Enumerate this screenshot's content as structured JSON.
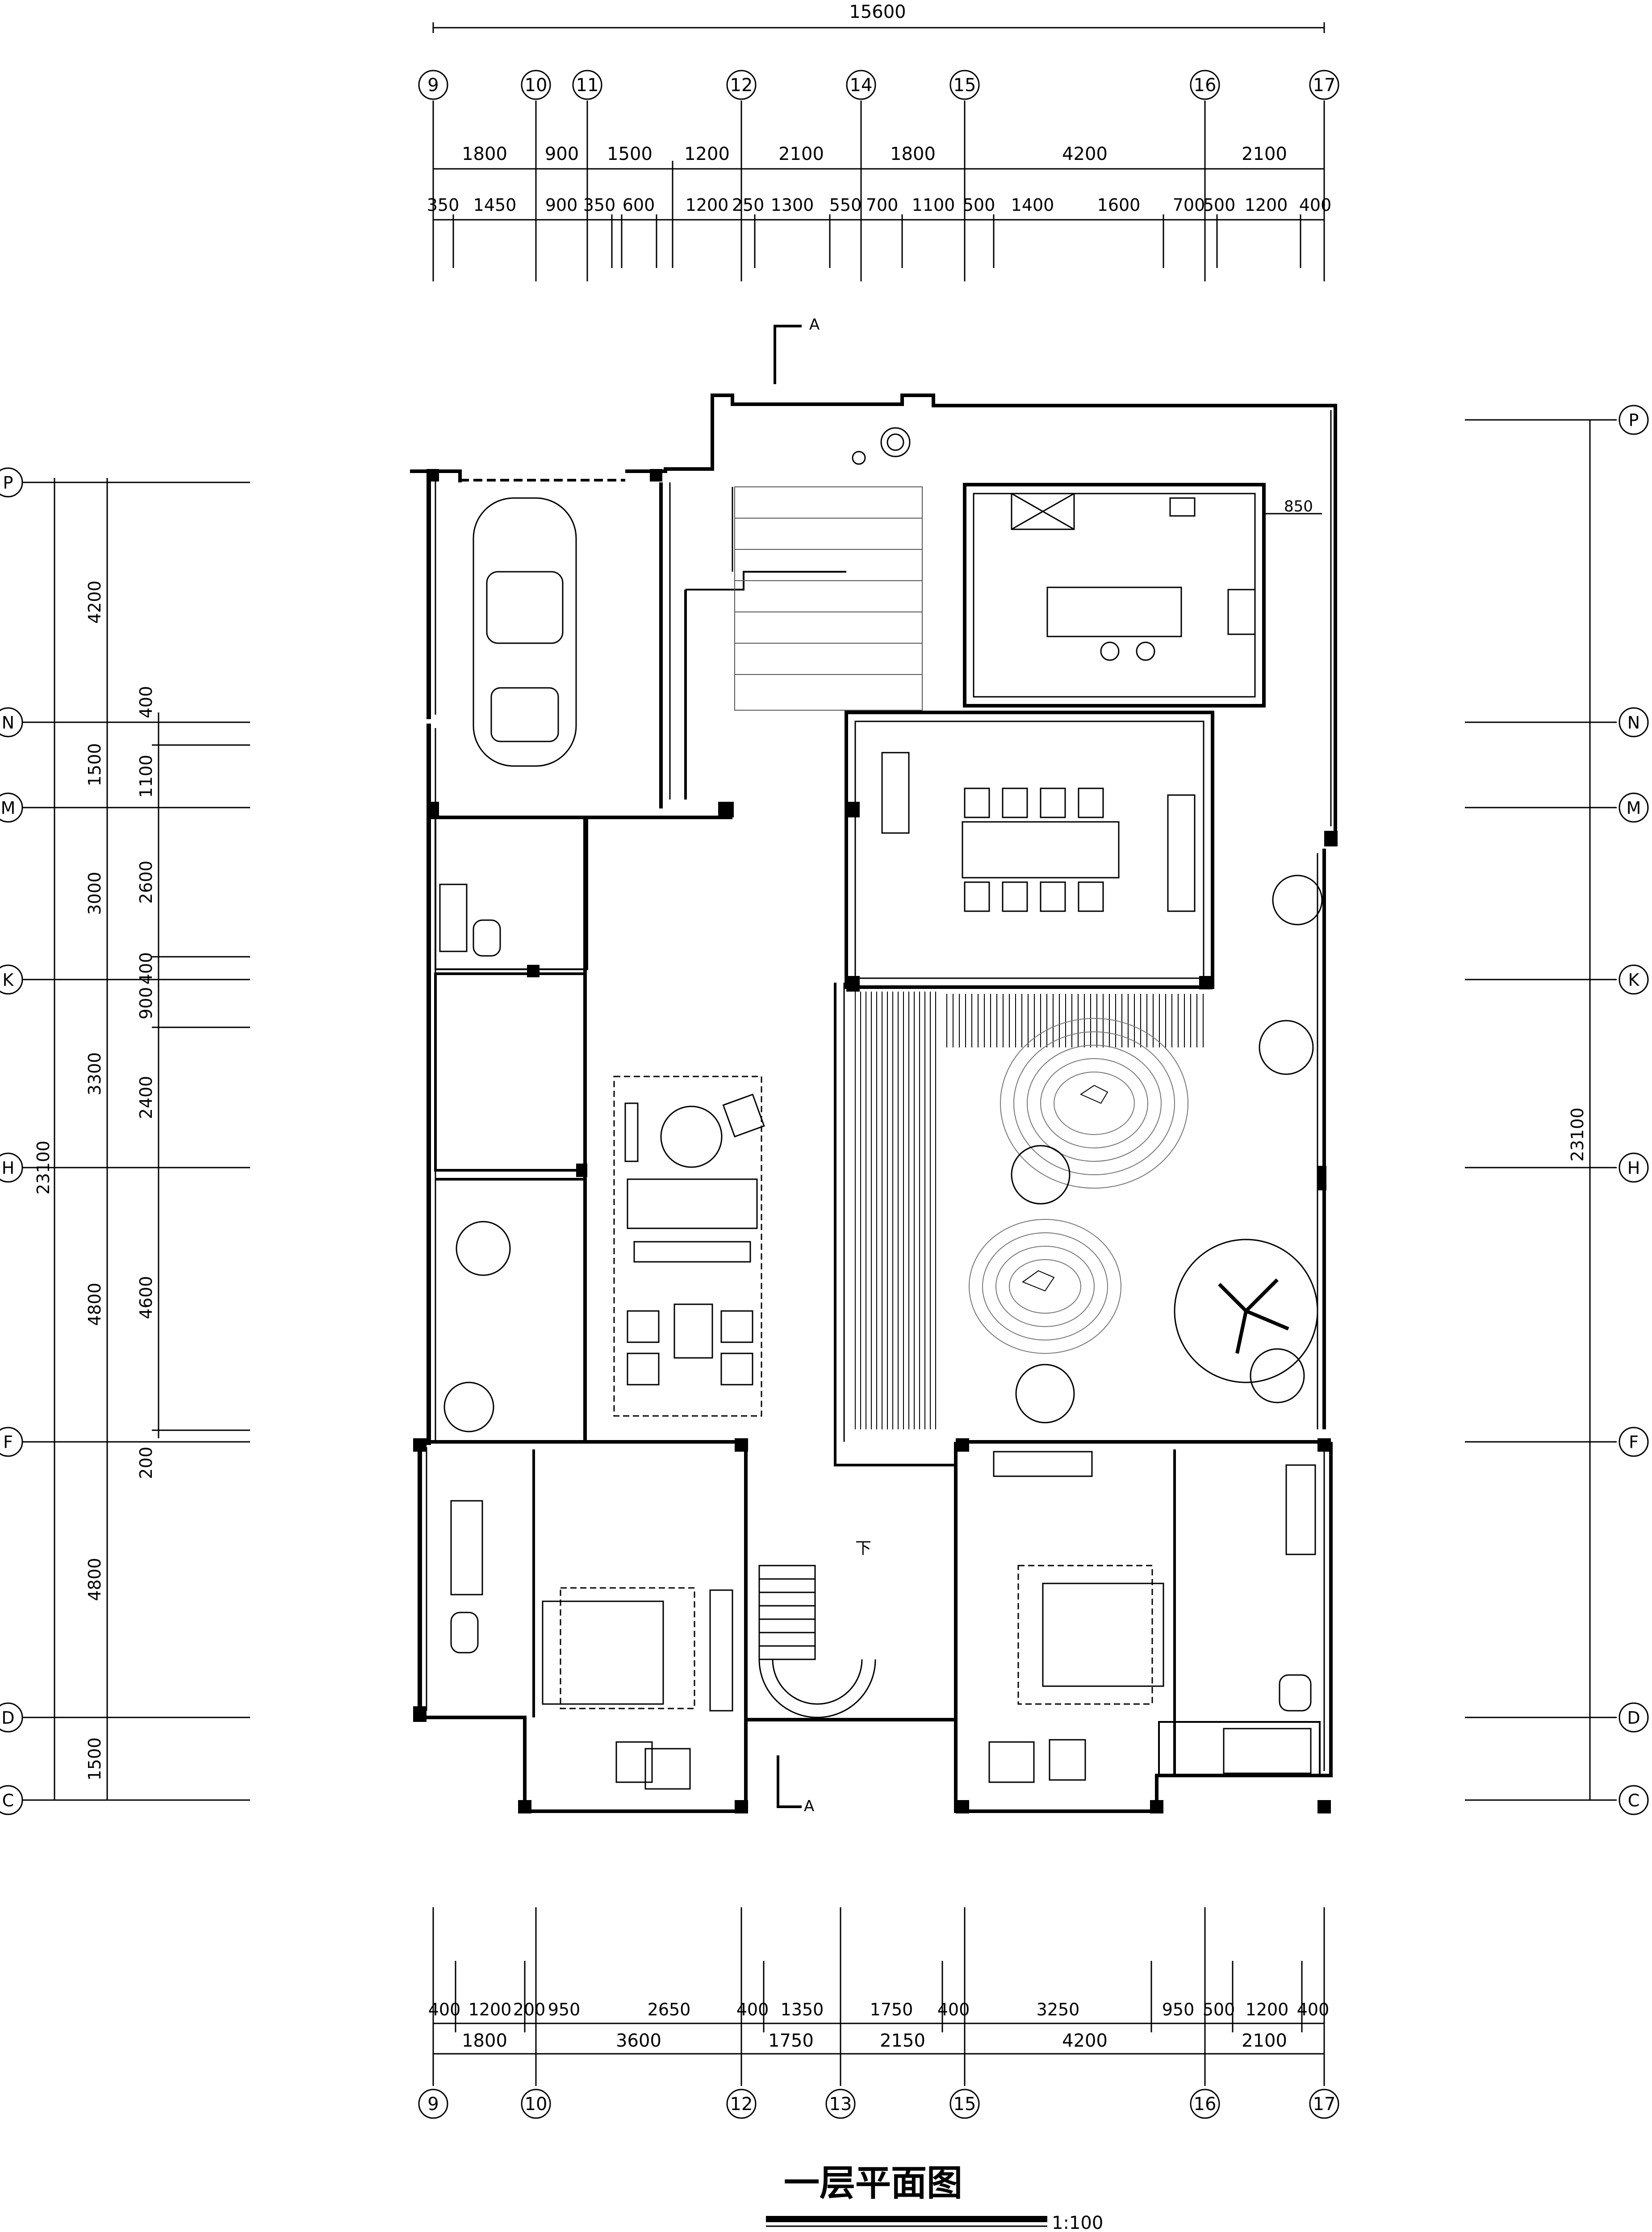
{
  "title": {
    "text": "一层平面图",
    "scale": "1:100"
  },
  "section": {
    "label": "A"
  },
  "top_dims": {
    "overall": "15600",
    "axes": [
      "9",
      "10",
      "11",
      "12",
      "14",
      "15",
      "16",
      "17"
    ],
    "row1": [
      "1800",
      "900",
      "1500",
      "1200",
      "2100",
      "1800",
      "4200",
      "2100"
    ],
    "row2": [
      "350",
      "1450",
      "900",
      "350",
      "600",
      "1200",
      "250",
      "1300",
      "550",
      "700",
      "1100",
      "500",
      "1400",
      "1600",
      "700",
      "500",
      "1200",
      "400"
    ]
  },
  "bottom_dims": {
    "axes": [
      "9",
      "10",
      "12",
      "13",
      "15",
      "16",
      "17"
    ],
    "row1": [
      "400",
      "1200",
      "200",
      "950",
      "2650",
      "400",
      "1350",
      "1750",
      "400",
      "3250",
      "950",
      "500",
      "1200",
      "400"
    ],
    "row2": [
      "1800",
      "3600",
      "1750",
      "2150",
      "4200",
      "2100"
    ]
  },
  "left_dims": {
    "axes": [
      "P",
      "N",
      "M",
      "K",
      "H",
      "F",
      "D",
      "C"
    ],
    "overall": "23100",
    "outer": [
      "4200",
      "1500",
      "3000",
      "3300",
      "4800",
      "4800",
      "1500"
    ],
    "inner": [
      "400",
      "1100",
      "2600",
      "400",
      "900",
      "2400",
      "4600",
      "200"
    ]
  },
  "right_dims": {
    "axes": [
      "P",
      "N",
      "M",
      "K",
      "H",
      "F",
      "D",
      "C"
    ],
    "overall": "23100"
  },
  "annotations": {
    "kitchen_offset": "850",
    "stair_down": "下"
  }
}
